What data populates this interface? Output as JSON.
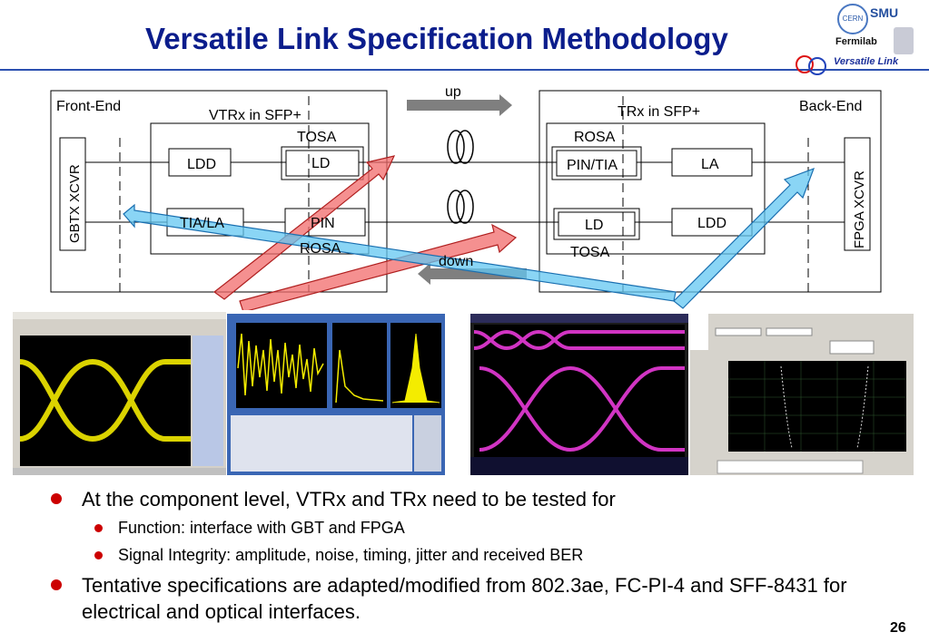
{
  "title": "Versatile Link Specification Methodology",
  "brand": "Versatile Link",
  "logos": {
    "cern": "CERN",
    "smu": "SMU",
    "fermilab": "Fermilab"
  },
  "diagram": {
    "front_end": "Front-End",
    "back_end": "Back-End",
    "vtrx": "VTRx in SFP+",
    "trx": "TRx in SFP+",
    "gbtx": "GBTX XCVR",
    "fpga": "FPGA XCVR",
    "tosa_left": "TOSA",
    "rosa_left": "ROSA",
    "rosa_right": "ROSA",
    "tosa_right": "TOSA",
    "ldd_left": "LDD",
    "ld_left": "LD",
    "tia_la": "TIA/LA",
    "pin_left": "PIN",
    "pin_tia": "PIN/TIA",
    "la_right": "LA",
    "ld_right": "LD",
    "ldd_right": "LDD",
    "up": "up",
    "down": "down"
  },
  "bullets": {
    "b1": "At the component level, VTRx and TRx need to be tested for",
    "b1a": "Function: interface with GBT and FPGA",
    "b1b": "Signal Integrity: amplitude, noise, timing, jitter and received BER",
    "b2": "Tentative specifications are adapted/modified from 802.3ae, FC-PI-4 and SFF-8431 for electrical and optical interfaces."
  },
  "page_number": "26"
}
